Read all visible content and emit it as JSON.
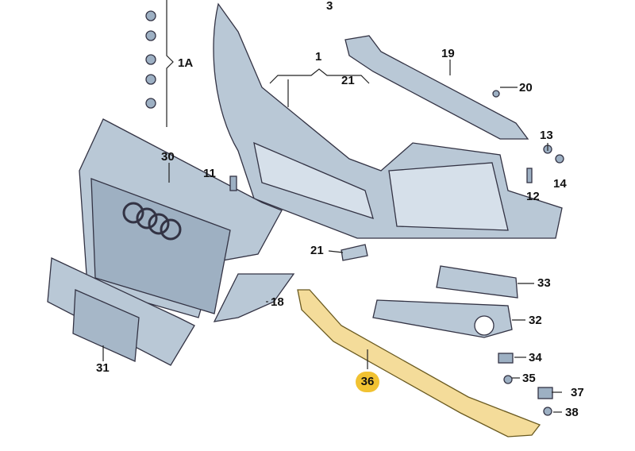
{
  "diagram": {
    "highlight_color": "#f1c232",
    "part_color": "#b9c8d6",
    "labels": {
      "p3": "3",
      "p1": "1",
      "p21a": "21",
      "p1A": "1A",
      "p19": "19",
      "p20": "20",
      "p13": "13",
      "p30": "30",
      "p11": "11",
      "p14": "14",
      "p12": "12",
      "p21b": "21",
      "p33": "33",
      "p18": "18",
      "p32": "32",
      "p31": "31",
      "p34": "34",
      "p35": "35",
      "p36": "36",
      "p37": "37",
      "p38": "38"
    }
  }
}
